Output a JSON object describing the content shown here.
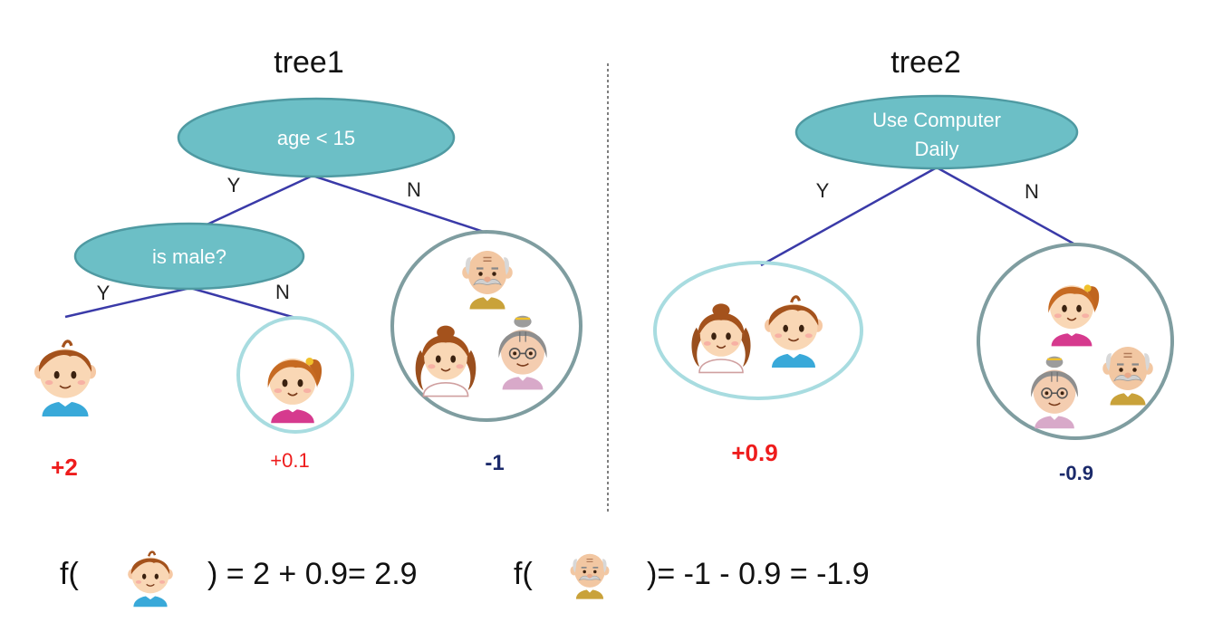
{
  "colors": {
    "node_fill": "#6cbfc6",
    "node_stroke": "#4f9aa2",
    "edge": "#3a3aa8",
    "leaf_circle_light": "#a8dce0",
    "leaf_circle_dark": "#7f9da0",
    "positive": "#ee1c1c",
    "negative": "#1b2a6b",
    "divider": "#555555"
  },
  "tree1": {
    "title": "tree1",
    "root": "age < 15",
    "root_yes": "Y",
    "root_no": "N",
    "inner": "is male?",
    "inner_yes": "Y",
    "inner_no": "N",
    "leaf_boy_score": "+2",
    "leaf_girl_score": "+0.1",
    "leaf_adults_score": "-1"
  },
  "tree2": {
    "title": "tree2",
    "root_line1": "Use Computer",
    "root_line2": "Daily",
    "root_yes": "Y",
    "root_no": "N",
    "leaf_kids_score": "+0.9",
    "leaf_others_score": "-0.9"
  },
  "formulas": {
    "f1_open": "f(",
    "f1_rest": ") = 2 + 0.9= 2.9",
    "f2_open": "f(",
    "f2_rest": ")= -1 - 0.9 = -1.9"
  },
  "icons": [
    "boy-icon",
    "girl-icon",
    "grandpa-icon",
    "grandma-icon",
    "young-woman-icon"
  ]
}
